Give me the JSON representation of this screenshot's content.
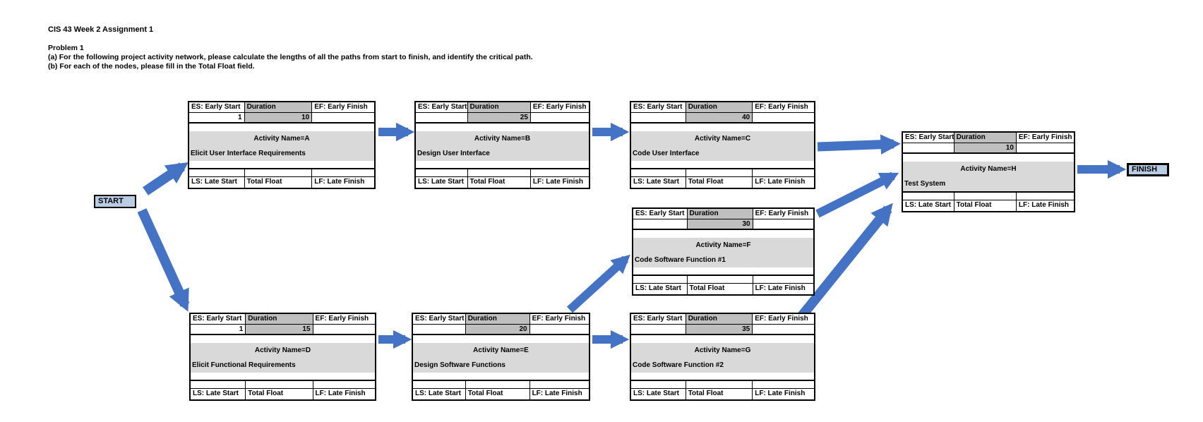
{
  "page": {
    "title": "CIS 43 Week 2 Assignment 1",
    "problem_heading": "Problem 1",
    "instruction_a": "(a) For the following project activity network, please calculate the lengths of all the paths from start to finish, and identify the critical path.",
    "instruction_b": "(b) For each of the  nodes, please fill in the Total Float field."
  },
  "node_labels": {
    "es": "ES: Early Start",
    "duration": "Duration",
    "ef": "EF: Early Finish",
    "ls": "LS: Late Start",
    "total_float": "Total Float",
    "lf": "LF: Late Finish"
  },
  "terminals": {
    "start": "START",
    "finish": "FINISH"
  },
  "nodes": [
    {
      "id": "A",
      "activity_name": "Activity Name=A",
      "description": "Elicit User Interface Requirements",
      "es": "1",
      "duration": "10",
      "ef": "",
      "ls": "",
      "total_float": "",
      "lf": ""
    },
    {
      "id": "B",
      "activity_name": "Activity Name=B",
      "description": "Design User Interface",
      "es": "",
      "duration": "25",
      "ef": "",
      "ls": "",
      "total_float": "",
      "lf": ""
    },
    {
      "id": "C",
      "activity_name": "Activity Name=C",
      "description": "Code User Interface",
      "es": "",
      "duration": "40",
      "ef": "",
      "ls": "",
      "total_float": "",
      "lf": ""
    },
    {
      "id": "D",
      "activity_name": "Activity Name=D",
      "description": "Elicit Functional Requirements",
      "es": "1",
      "duration": "15",
      "ef": "",
      "ls": "",
      "total_float": "",
      "lf": ""
    },
    {
      "id": "E",
      "activity_name": "Activity Name=E",
      "description": "Design Software Functions",
      "es": "",
      "duration": "20",
      "ef": "",
      "ls": "",
      "total_float": "",
      "lf": ""
    },
    {
      "id": "F",
      "activity_name": "Activity Name=F",
      "description": "Code Software Function #1",
      "es": "",
      "duration": "30",
      "ef": "",
      "ls": "",
      "total_float": "",
      "lf": ""
    },
    {
      "id": "G",
      "activity_name": "Activity Name=G",
      "description": "Code Software Function #2",
      "es": "",
      "duration": "35",
      "ef": "",
      "ls": "",
      "total_float": "",
      "lf": ""
    },
    {
      "id": "H",
      "activity_name": "Activity Name=H",
      "description": "Test System",
      "es": "",
      "duration": "10",
      "ef": "",
      "ls": "",
      "total_float": "",
      "lf": ""
    }
  ],
  "edges": [
    {
      "from": "START",
      "to": "A"
    },
    {
      "from": "START",
      "to": "D"
    },
    {
      "from": "A",
      "to": "B"
    },
    {
      "from": "B",
      "to": "C"
    },
    {
      "from": "C",
      "to": "H"
    },
    {
      "from": "D",
      "to": "E"
    },
    {
      "from": "E",
      "to": "F"
    },
    {
      "from": "E",
      "to": "G"
    },
    {
      "from": "F",
      "to": "H"
    },
    {
      "from": "G",
      "to": "H"
    },
    {
      "from": "H",
      "to": "FINISH"
    }
  ],
  "colors": {
    "arrow": "#4472C4",
    "terminal_fill": "#B8CCE4",
    "duration_cell_gray": "#BFBFBF",
    "band_gray": "#D9D9D9",
    "border": "#000000"
  }
}
